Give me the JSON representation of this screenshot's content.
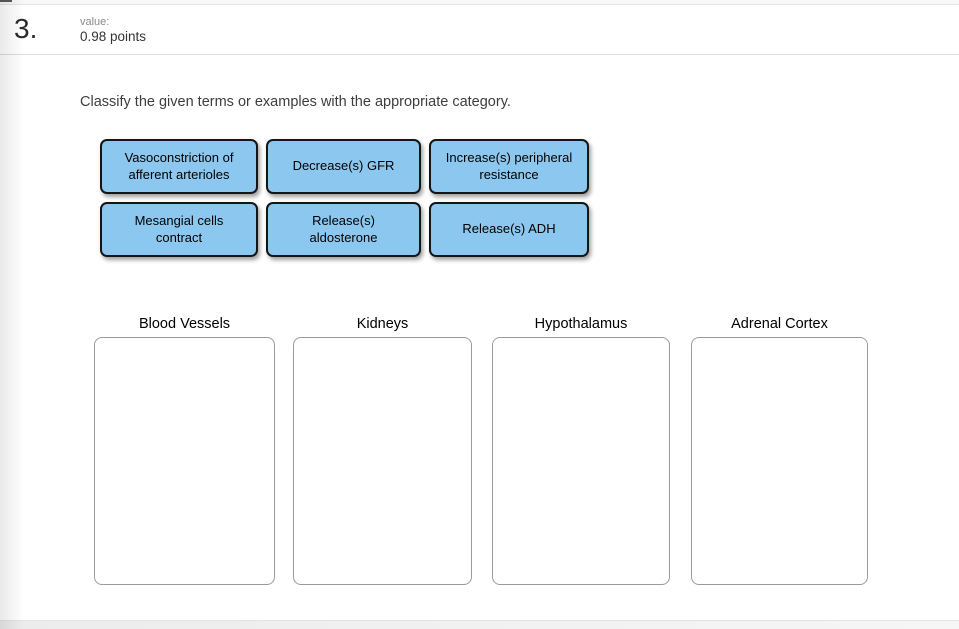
{
  "question": {
    "number": "3.",
    "value_label": "value:",
    "points": "0.98 points",
    "prompt": "Classify the given terms or examples with the appropriate category."
  },
  "chips": [
    {
      "label": "Vasoconstriction of afferent arterioles"
    },
    {
      "label": "Decrease(s) GFR"
    },
    {
      "label": "Increase(s) peripheral resistance"
    },
    {
      "label": "Mesangial cells contract"
    },
    {
      "label": "Release(s) aldosterone"
    },
    {
      "label": "Release(s) ADH"
    }
  ],
  "categories": [
    {
      "label": "Blood Vessels"
    },
    {
      "label": "Kidneys"
    },
    {
      "label": "Hypothalamus"
    },
    {
      "label": "Adrenal Cortex"
    }
  ],
  "colors": {
    "chip_bg": "#8CC7F0",
    "chip_border": "#151515",
    "dropzone_border": "#9b9b9b",
    "divider": "#dcdcdc"
  }
}
